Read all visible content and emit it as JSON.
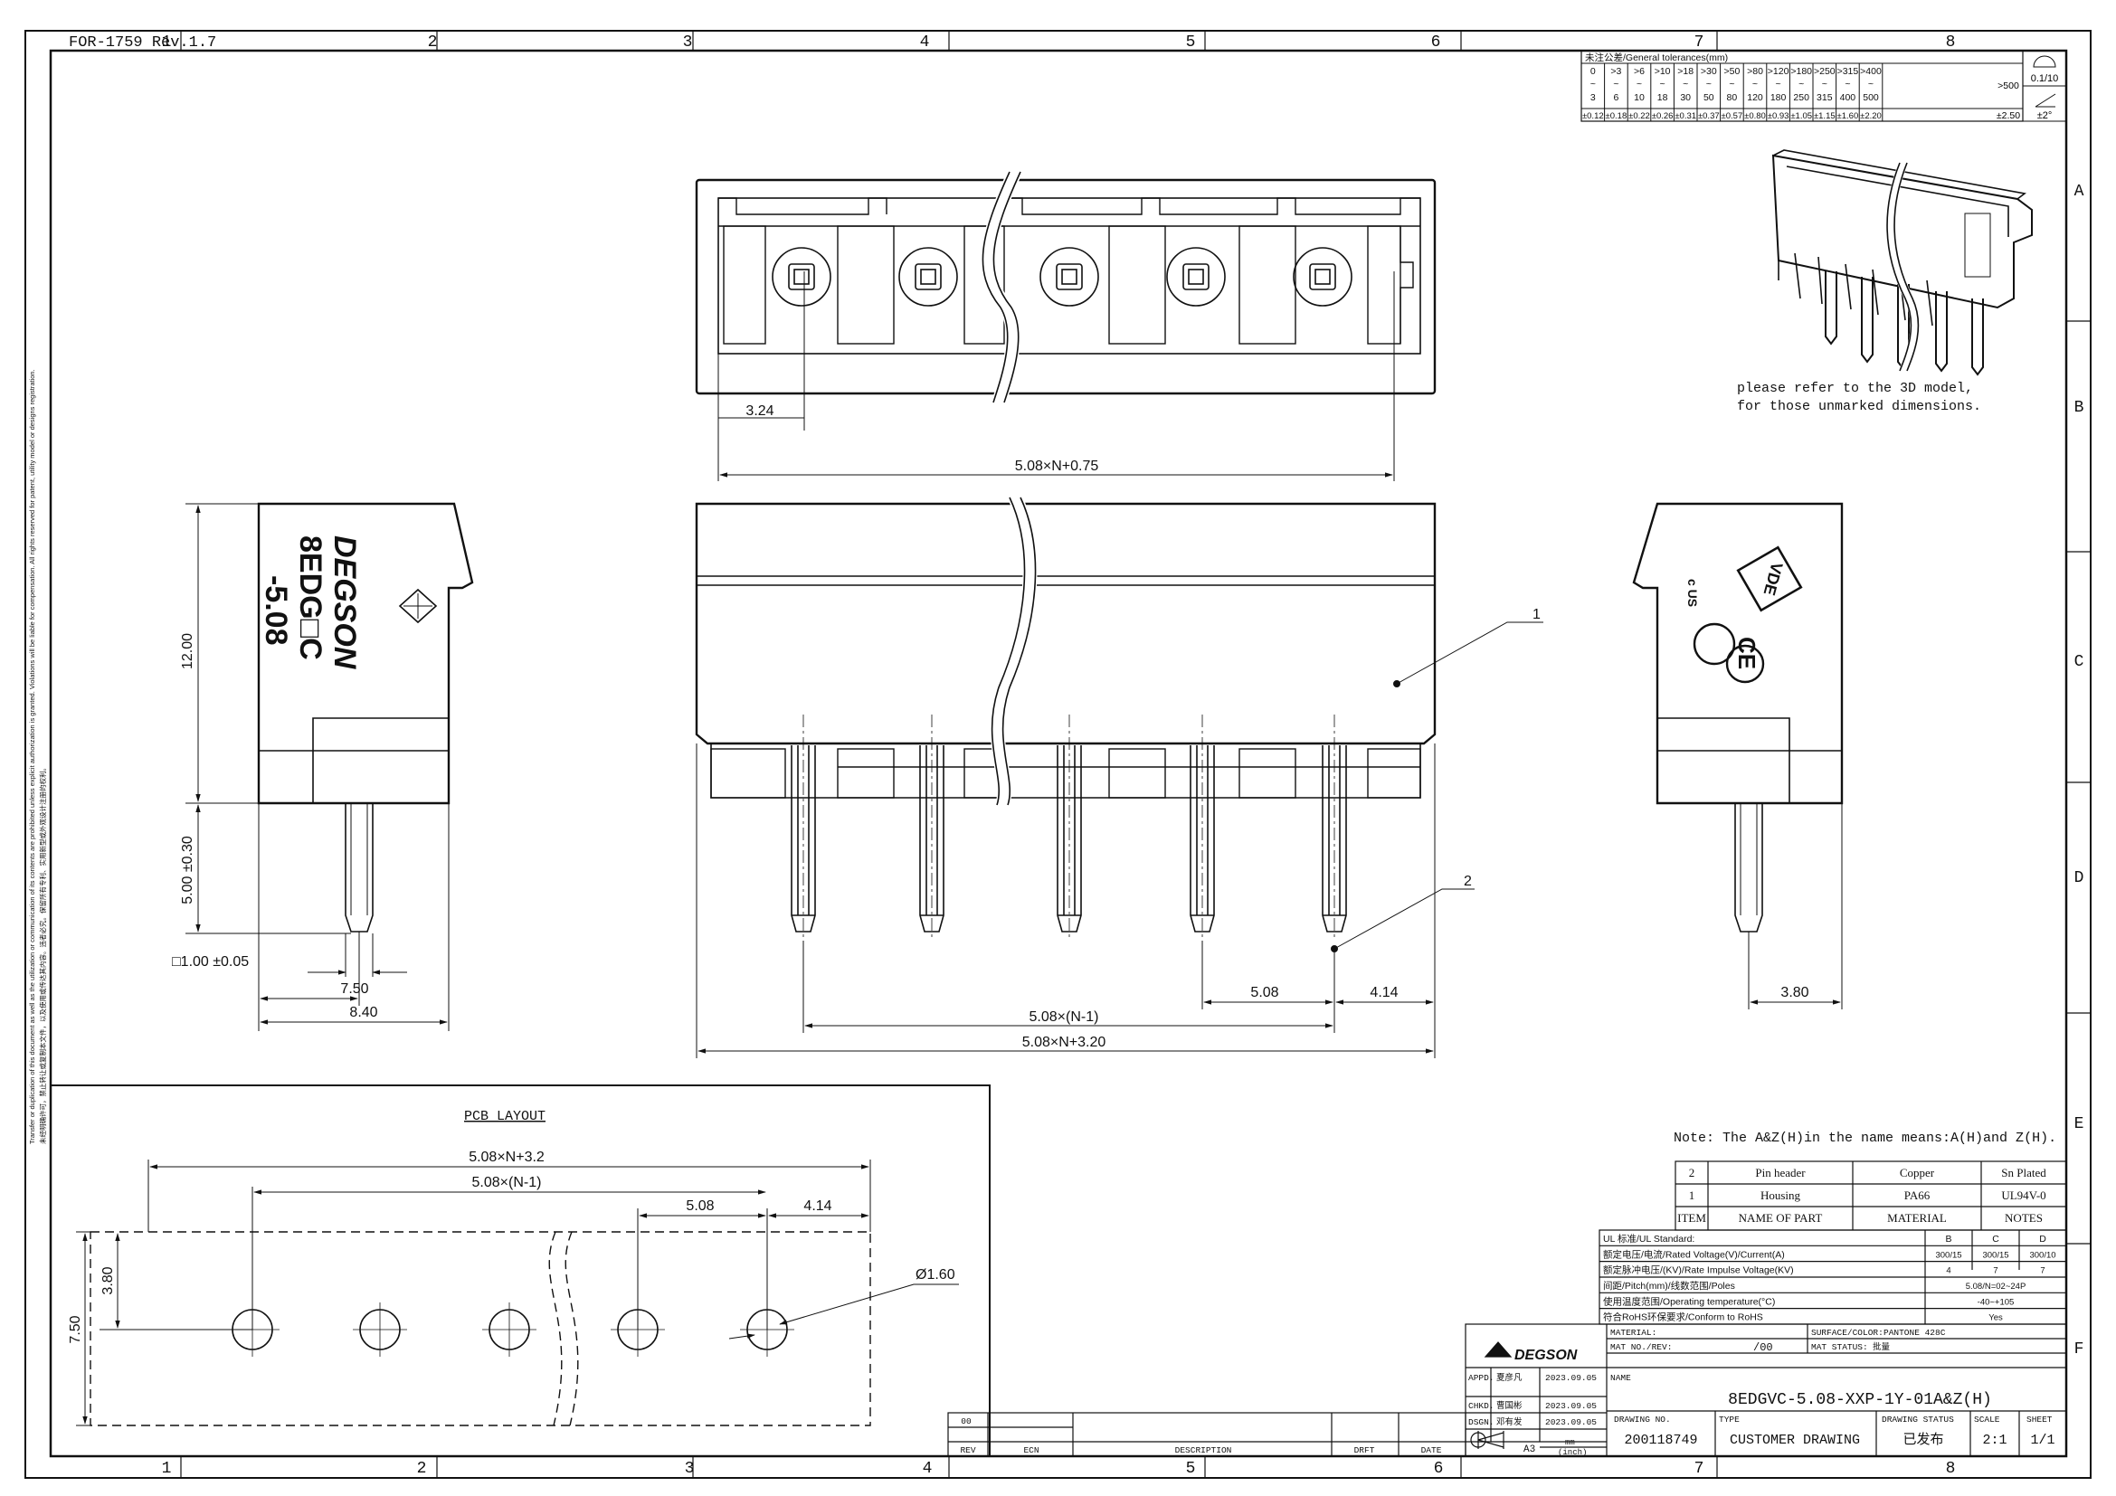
{
  "form_code": "FOR-1759 Rev.1.7",
  "border": {
    "cols": [
      "1",
      "2",
      "3",
      "4",
      "5",
      "6",
      "7",
      "8"
    ],
    "rows": [
      "A",
      "B",
      "C",
      "D",
      "E",
      "F"
    ]
  },
  "side_notice": {
    "en": "Transfer or duplication of this document as well as the utilization or communication of its contents are prohibited unless explicit authorization is granted. Violations will be liable for compensation. All rights reserved for patent, utility model or designs registration.",
    "zh": "未经明确许可，禁止转让或复制本文件，以及使用或传达其内容。违者必究。保留所有专利、实用新型或外观设计注册的权利。"
  },
  "tolerance": {
    "title": "未注公差/General tolerances(mm)",
    "ranges": [
      {
        "from": "0",
        "to": "3",
        "tol": "±0.12"
      },
      {
        "from": ">3",
        "to": "6",
        "tol": "±0.18"
      },
      {
        "from": ">6",
        "to": "10",
        "tol": "±0.22"
      },
      {
        "from": ">10",
        "to": "18",
        "tol": "±0.26"
      },
      {
        "from": ">18",
        "to": "30",
        "tol": "±0.31"
      },
      {
        "from": ">30",
        "to": "50",
        "tol": "±0.37"
      },
      {
        "from": ">50",
        "to": "80",
        "tol": "±0.57"
      },
      {
        "from": ">80",
        "to": "120",
        "tol": "±0.80"
      },
      {
        "from": ">120",
        "to": "180",
        "tol": "±0.93"
      },
      {
        "from": ">180",
        "to": "250",
        "tol": "±1.05"
      },
      {
        "from": ">250",
        "to": "315",
        "tol": "±1.15"
      },
      {
        "from": ">315",
        "to": "400",
        "tol": "±1.60"
      },
      {
        "from": ">400",
        "to": "500",
        "tol": "±2.20"
      }
    ],
    "over": ">500",
    "over_tol": "±2.50",
    "flat": "0.1/10",
    "angle": "±2°",
    "wave": "~"
  },
  "notes": {
    "model_ref_1": "please refer to the 3D model,",
    "model_ref_2": "for those unmarked dimensions.",
    "name_note": "Note: The A&Z(H)in the name means:A(H)and Z(H)."
  },
  "dims": {
    "d_324": "3.24",
    "d_top_width": "5.08×N+0.75",
    "d_1200": "12.00",
    "d_500": "5.00 ±0.30",
    "d_pin_sq": "□1.00 ±0.05",
    "d_750": "7.50",
    "d_840": "8.40",
    "d_508": "5.08",
    "d_414": "4.14",
    "d_n1": "5.08×(N-1)",
    "d_n320": "5.08×N+3.20",
    "d_380": "3.80",
    "pcb_title": "PCB LAYOUT",
    "pcb_n32": "5.08×N+3.2",
    "pcb_n1": "5.08×(N-1)",
    "pcb_508": "5.08",
    "pcb_414": "4.14",
    "pcb_380": "3.80",
    "pcb_750": "7.50",
    "pcb_hole": "Ø1.60"
  },
  "callouts": {
    "c1": "1",
    "c2": "2"
  },
  "side_marking": {
    "brand": "DEGSON",
    "line2": "8EDG□C",
    "line3": "-5.08",
    "vde": "VDE",
    "ul": "c  US",
    "ce": "CE"
  },
  "parts": {
    "header": [
      "ITEM",
      "NAME OF PART",
      "MATERIAL",
      "NOTES"
    ],
    "rows": [
      {
        "item": "2",
        "name": "Pin header",
        "material": "Copper",
        "notes": "Sn Plated"
      },
      {
        "item": "1",
        "name": "Housing",
        "material": "PA66",
        "notes": "UL94V-0"
      }
    ]
  },
  "ratings": {
    "header": [
      "UL 标准/UL Standard:",
      "B",
      "C",
      "D"
    ],
    "rows": [
      {
        "label": "额定电压/电流/Rated Voltage(V)/Current(A)",
        "b": "300/15",
        "c": "300/15",
        "d": "300/10"
      },
      {
        "label": "额定脉冲电压/(KV)/Rate Impulse Voltage(KV)",
        "b": "4",
        "c": "7",
        "d": "7"
      },
      {
        "label": "间距/Pitch(mm)/线数范围/Poles",
        "b": "",
        "c": "5.08/N=02~24P",
        "d": ""
      },
      {
        "label": "使用温度范围/Operating temperature(°C)",
        "b": "",
        "c": "-40~+105",
        "d": ""
      },
      {
        "label": "符合RoHS环保要求/Conform to RoHS",
        "b": "",
        "c": "Yes",
        "d": ""
      }
    ]
  },
  "title_block": {
    "company": "DEGSON",
    "material_label": "MATERIAL:",
    "surface_label": "SURFACE/COLOR:",
    "surface_value": "PANTONE 428C",
    "mat_no_label": "MAT NO./REV:",
    "mat_no_value": "/00",
    "mat_status_label": "MAT STATUS:",
    "mat_status_value": "批量",
    "name_label": "NAME",
    "part_name": "8EDGVC-5.08-XXP-1Y-01A&Z(H)",
    "appd_label": "APPD.",
    "appd_name": "夏彦凡",
    "appd_date": "2023.09.05",
    "chkd_label": "CHKD.",
    "chkd_name": "曹国彬",
    "chkd_date": "2023.09.05",
    "dsgn_label": "DSGN.",
    "dsgn_name": "邓有发",
    "dsgn_date": "2023.09.05",
    "sheet_size": "A3",
    "unit_mm": "mm",
    "unit_inch": "(inch)",
    "drawing_no_label": "DRAWING NO.",
    "drawing_no": "200118749",
    "type_label": "TYPE",
    "type_value": "CUSTOMER DRAWING",
    "status_label": "DRAWING STATUS",
    "status_value": "已发布",
    "scale_label": "SCALE",
    "scale_value": "2:1",
    "sheet_label": "SHEET",
    "sheet_value": "1/1"
  },
  "revision": {
    "row0": "00",
    "headers": [
      "REV",
      "ECN",
      "DESCRIPTION",
      "DRFT",
      "DATE"
    ]
  }
}
